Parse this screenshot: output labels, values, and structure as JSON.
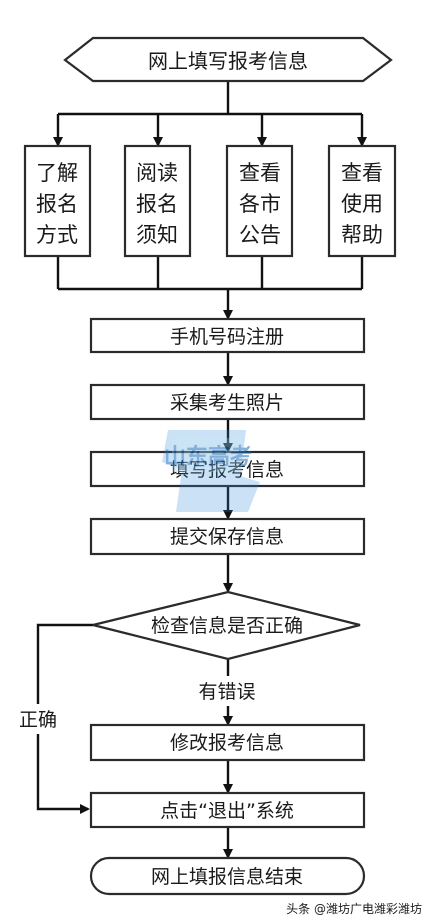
{
  "nodes": {
    "start": "网上填写报考信息",
    "step1": [
      "了解",
      "报名",
      "方式"
    ],
    "step2": [
      "阅读",
      "报名",
      "须知"
    ],
    "step3": [
      "查看",
      "各市",
      "公告"
    ],
    "step4": [
      "查看",
      "使用",
      "帮助"
    ],
    "register": "手机号码注册",
    "photo": "采集考生照片",
    "fill": "填写报考信息",
    "submit": "提交保存信息",
    "check": "检查信息是否正确",
    "error_label": "有错误",
    "modify": "修改报考信息",
    "correct_label": "正确",
    "exit": "点击“退出”系统",
    "end": "网上填报信息结束"
  },
  "watermark": {
    "brand": "山东高考",
    "color": "#2f86d6"
  },
  "footer": {
    "credit": "头条 @潍坊广电潍彩潍坊"
  }
}
